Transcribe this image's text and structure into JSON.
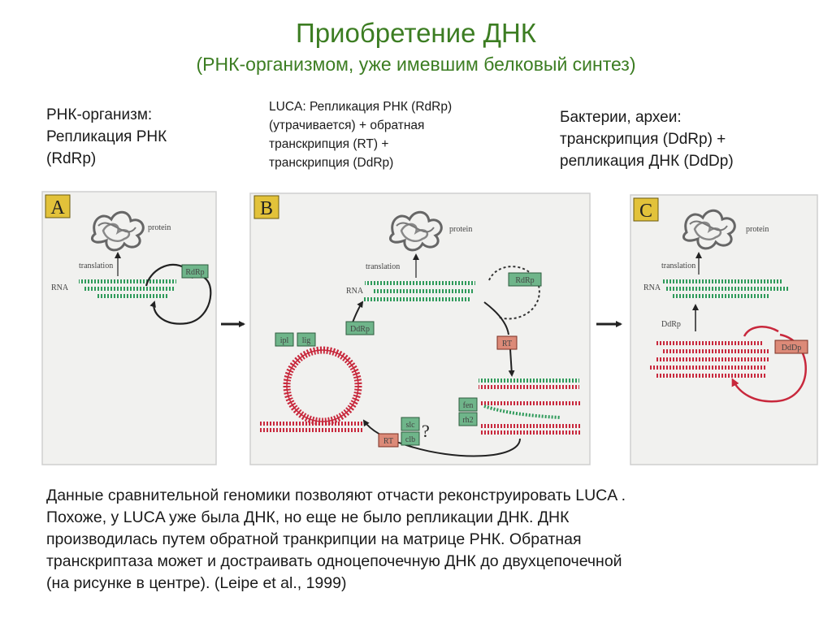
{
  "title": "Приобретение ДНК",
  "subtitle": "(РНК-организмом, уже имевшим белковый синтез)",
  "column_a": {
    "lines": [
      "РНК-организм:",
      "Репликация РНК",
      "(RdRp)"
    ]
  },
  "column_b": {
    "lines": [
      "LUCA: Репликация РНК (RdRp)",
      "(утрачивается) + обратная",
      "транскрипция (RT) +",
      "транскрипция (DdRp)"
    ]
  },
  "column_c": {
    "lines": [
      "Бактерии, археи:",
      "транскрипция (DdRp) +",
      "репликация ДНК (DdDp)"
    ]
  },
  "panels": {
    "a": {
      "letter": "A",
      "protein": "protein",
      "translation": "translation",
      "rna": "RNA",
      "rdrp": "RdRp"
    },
    "b": {
      "letter": "B",
      "protein": "protein",
      "translation": "translation",
      "rna": "RNA",
      "rdrp": "RdRp",
      "ddrp": "DdRp",
      "rt_upper": "RT",
      "rt_lower": "RT",
      "ipl": "ipl",
      "lig": "lig",
      "fen": "fen",
      "rh2": "rh2",
      "slc": "slc",
      "clb": "clb",
      "question": "?"
    },
    "c": {
      "letter": "C",
      "protein": "protein",
      "translation": "translation",
      "rna": "RNA",
      "ddrp": "DdRp",
      "dddp": "DdDp"
    }
  },
  "caption": {
    "lines": [
      "Данные сравнительной геномики позволяют отчасти реконструировать LUCA .",
      "Похоже, у LUCA уже была ДНК, но еще не было репликации ДНК. ДНК",
      "производилась путем обратной транкрипции на матрице РНК. Обратная",
      "транскриптаза может и достраивать одноцепочечную ДНК до двухцепочечной",
      "(на рисунке в центре). (Leipe et al., 1999)"
    ]
  },
  "colors": {
    "title": "#3c7d22",
    "rna_green": "#2e9a5a",
    "dna_red": "#c8283c",
    "panel_bg": "#f1f1ef",
    "letter_bg": "#e2c23a"
  }
}
